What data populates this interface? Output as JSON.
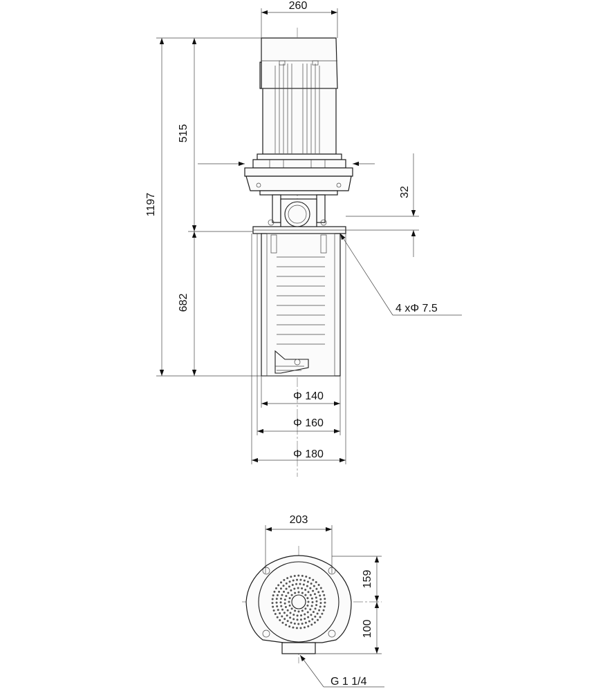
{
  "drawing": {
    "dimensions": {
      "motor_width": "260",
      "overall_height": "1197",
      "upper_height": "515",
      "lower_height": "682",
      "flange_offset": "32",
      "holes": "4  xΦ 7.5",
      "dia_140": "Φ 140",
      "dia_160": "Φ 160",
      "dia_180": "Φ 180",
      "base_width": "203",
      "top_offset": "159",
      "bottom_offset": "100",
      "thread": "G 1 1/4"
    }
  }
}
